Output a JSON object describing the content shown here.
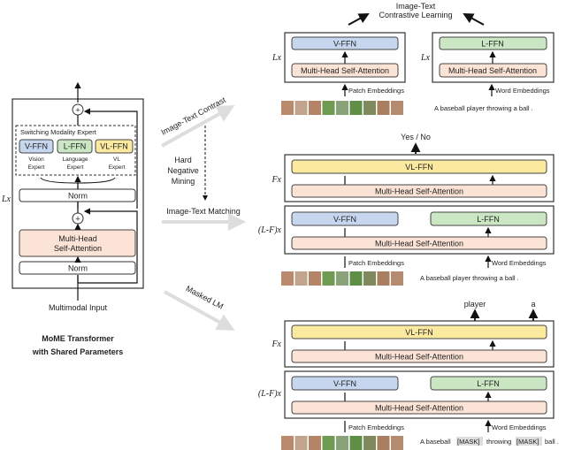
{
  "colors": {
    "vision": "#c7d6ef",
    "language": "#cbe6c2",
    "vl": "#fbe9a0",
    "attention": "#fbe3d6"
  },
  "left": {
    "switching": "Switching Modality Expert",
    "vffn": "V-FFN",
    "lffn": "L-FFN",
    "vlffn": "VL-FFN",
    "vision1": "Vision",
    "vision2": "Expert",
    "lang1": "Language",
    "lang2": "Expert",
    "vl1": "VL",
    "vl2": "Expert",
    "norm": "Norm",
    "mhsa1": "Multi-Head",
    "mhsa2": "Self-Attention",
    "lx": "Lx",
    "input": "Multimodal Input",
    "title1": "MoME Transformer",
    "title2": "with Shared Parameters"
  },
  "tasks": {
    "itc": "Image-Text Contrast",
    "hnm1": "Hard",
    "hnm2": "Negative",
    "hnm3": "Mining",
    "itm": "Image-Text Matching",
    "mlm": "Masked LM"
  },
  "top": {
    "title1": "Image-Text",
    "title2": "Contrastive Learning",
    "vffn": "V-FFN",
    "lffn": "L-FFN",
    "mhsa": "Multi-Head Self-Attention",
    "lx": "Lx",
    "patch": "Patch Embeddings",
    "word": "Word Embeddings",
    "caption": "A  baseball  player  throwing  a  ball  ."
  },
  "mid": {
    "output": "Yes / No",
    "vlffn": "VL-FFN",
    "mhsa": "Multi-Head Self-Attention",
    "fx": "Fx",
    "lfx": "(L-F)x",
    "vffn": "V-FFN",
    "lffn": "L-FFN",
    "patch": "Patch Embeddings",
    "word": "Word Embeddings",
    "caption": "A  baseball  player  throwing  a  ball  ."
  },
  "bot": {
    "out1": "player",
    "out2": "a",
    "vlffn": "VL-FFN",
    "mhsa": "Multi-Head Self-Attention",
    "fx": "Fx",
    "lfx": "(L-F)x",
    "vffn": "V-FFN",
    "lffn": "L-FFN",
    "patch": "Patch Embeddings",
    "word": "Word Embeddings",
    "cap1": "A  baseball",
    "mask": "[MASK]",
    "cap2": "throwing",
    "cap3": "ball  ."
  }
}
